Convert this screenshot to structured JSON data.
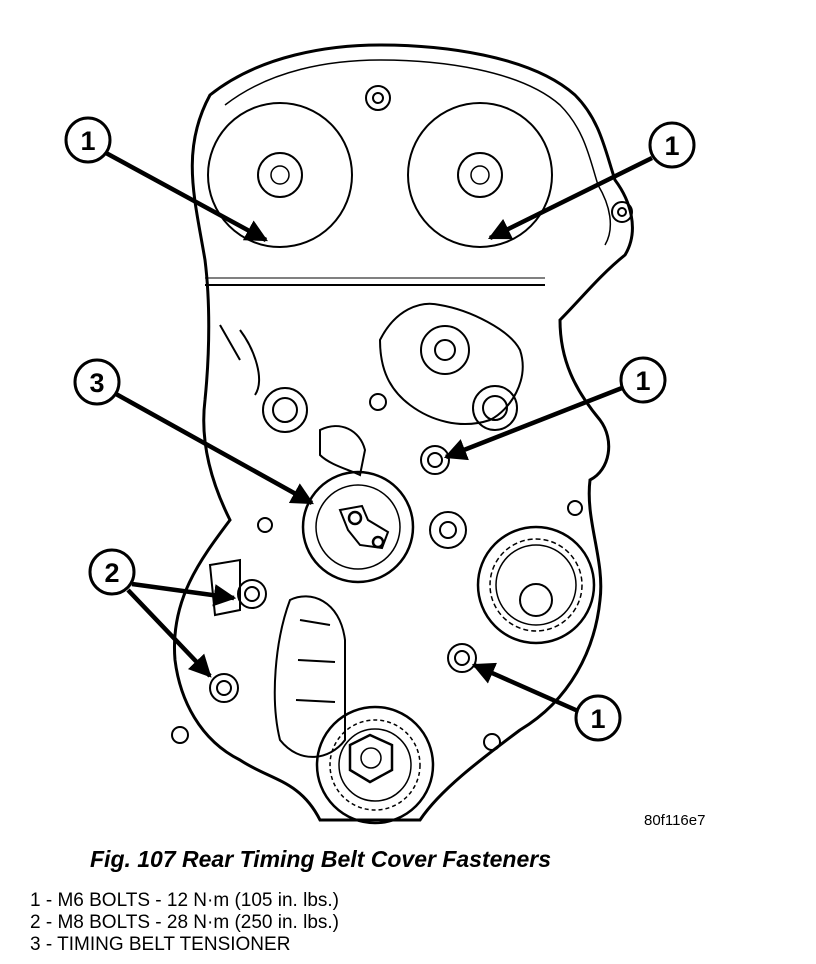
{
  "figure": {
    "code": "80f116e7",
    "caption": "Fig. 107 Rear Timing Belt Cover Fasteners"
  },
  "callouts": {
    "c1": "1",
    "c2": "1",
    "c3": "1",
    "c4": "1",
    "c5": "2",
    "c6": "3"
  },
  "legend": {
    "item1": "1 - M6 BOLTS - 12 N·m (105 in. lbs.)",
    "item2": "2 - M8 BOLTS - 28 N·m (250 in. lbs.)",
    "item3": "3 - TIMING BELT TENSIONER"
  },
  "icons": {
    "diagram": "engine-rear-timing-cover-line-art"
  }
}
